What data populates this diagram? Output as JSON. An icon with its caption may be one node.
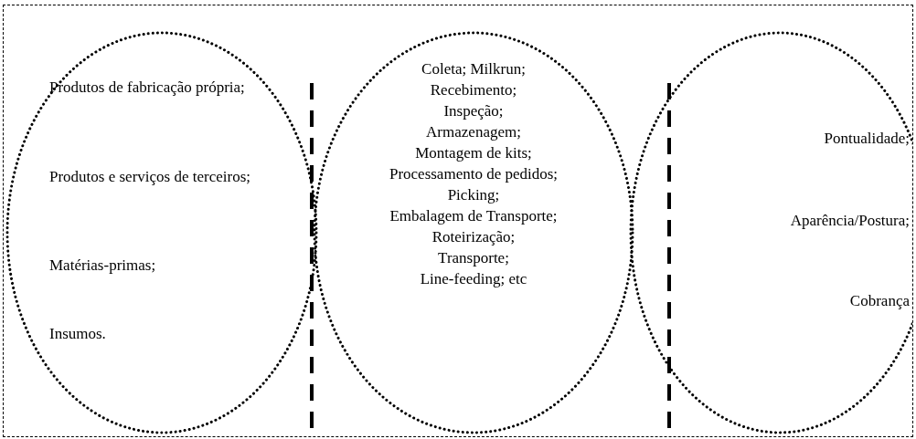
{
  "diagram": {
    "nodes": [
      {
        "text": [
          "Produtos de fabricação própria;",
          "Produtos e serviços de terceiros;",
          "Matérias-primas;",
          "Insumos."
        ]
      },
      {
        "text": [
          "Coleta; Milkrun;",
          "Recebimento;",
          "Inspeção;",
          "Armazenagem;",
          "Montagem de kits;",
          "Processamento de pedidos;",
          "Picking;",
          "Embalagem de Transporte;",
          "Roteirização;",
          "Transporte;",
          "Line-feeding; etc"
        ]
      },
      {
        "text": [
          "Pontualidade;",
          "Aparência/Postura;",
          "Cobrança"
        ]
      }
    ]
  }
}
